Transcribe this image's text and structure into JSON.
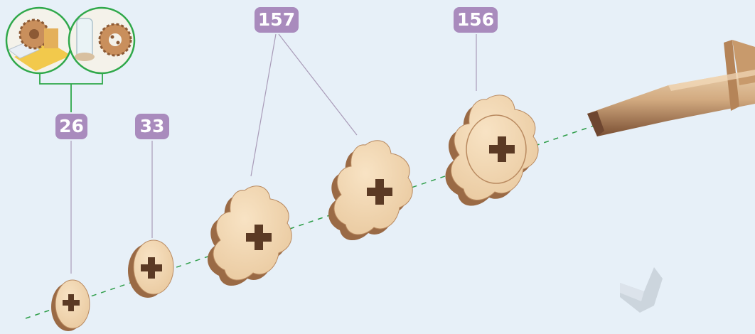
{
  "part_labels": {
    "p157": "157",
    "p156": "156",
    "p26": "26",
    "p33": "33"
  },
  "colors": {
    "background": "#e7f0f8",
    "label_bg": "#a98bbd",
    "label_text": "#ffffff",
    "leader_line": "#a99bb8",
    "axis_line": "#2f9e4a",
    "inset_ring": "#2fa84a",
    "wood_face": "#f1d5ad",
    "wood_edge": "#9a6a45",
    "wood_hole": "#5b3a24"
  },
  "icons": {
    "inset_left": "gear-on-card-icon",
    "inset_right": "gear-and-cylinder-icon",
    "corner_mark": "chevron-watermark-icon"
  }
}
